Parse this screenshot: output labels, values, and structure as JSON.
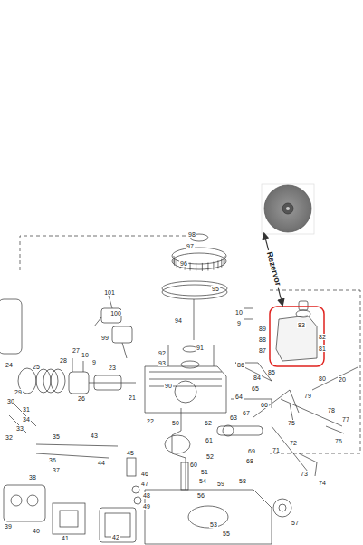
{
  "diagram": {
    "labels": [
      "Rezervor",
      "98",
      "97",
      "96",
      "95",
      "101",
      "100",
      "99",
      "10",
      "9",
      "94",
      "91",
      "92",
      "93",
      "90",
      "89",
      "88",
      "87",
      "10",
      "9",
      "83",
      "82",
      "81",
      "80",
      "20",
      "79",
      "78",
      "77",
      "76",
      "86",
      "85",
      "84",
      "75",
      "24",
      "25",
      "26",
      "27",
      "28",
      "23",
      "22",
      "21",
      "64",
      "65",
      "66",
      "67",
      "63",
      "62",
      "61",
      "72",
      "71",
      "69",
      "68",
      "73",
      "74",
      "60",
      "52",
      "54",
      "56",
      "58",
      "59",
      "57",
      "55",
      "53",
      "43",
      "44",
      "45",
      "46",
      "47",
      "48",
      "49",
      "50",
      "51",
      "39",
      "40",
      "41",
      "42",
      "36",
      "37",
      "38",
      "35",
      "34",
      "33",
      "32",
      "31",
      "30",
      "29"
    ]
  }
}
